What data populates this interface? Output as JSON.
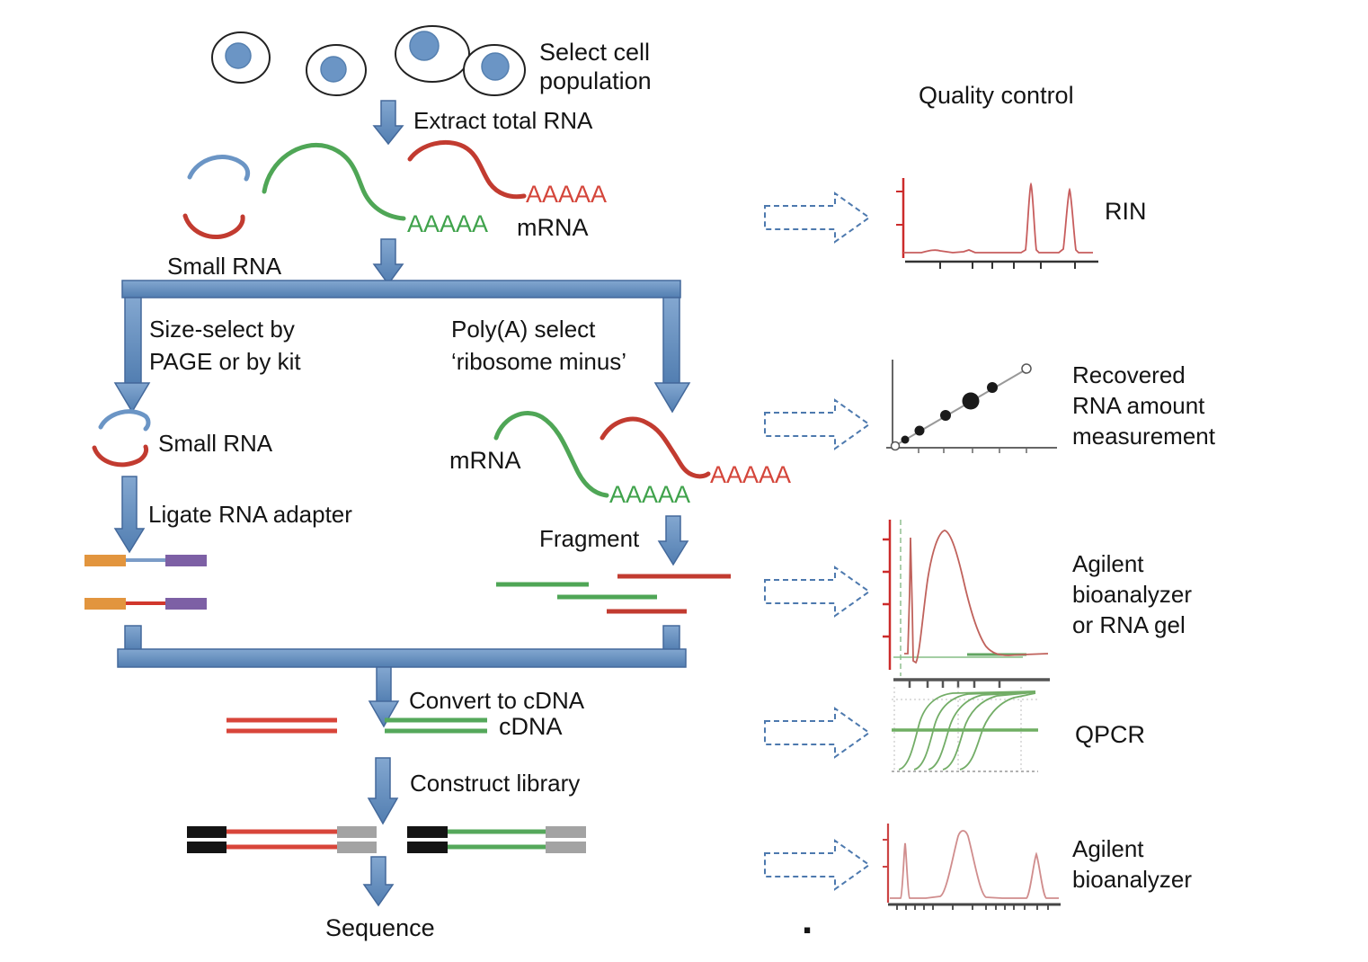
{
  "flow": {
    "select_cell": "Select cell\npopulation",
    "extract_total_rna": "Extract total RNA",
    "small_rna_top": "Small RNA",
    "polya_tail_green_top": "AAAAA",
    "mrna_top": "mRNA",
    "polya_tail_red_top": "AAAAA",
    "size_select": "Size-select by\nPAGE or by kit",
    "polya_select": "Poly(A) select\n‘ribosome minus’",
    "small_rna_left": "Small RNA",
    "ligate": "Ligate RNA adapter",
    "mrna_right": "mRNA",
    "polya_tail_green_right": "AAAAA",
    "polya_tail_red_right": "AAAAA",
    "fragment": "Fragment",
    "convert": "Convert to cDNA",
    "cdna": "cDNA",
    "construct_library": "Construct library",
    "sequence": "Sequence",
    "period": "."
  },
  "qc": {
    "title": "Quality control",
    "items": [
      {
        "label": "RIN",
        "plot": "electropherogram with two sharp ribosomal peaks"
      },
      {
        "label": "Recovered\nRNA amount\nmeasurement",
        "plot": "dilution-series scatter points on a straight line"
      },
      {
        "label": "Agilent\nbioanalyzer\nor RNA gel",
        "plot": "fragment size-distribution trace with marker spike"
      },
      {
        "label": "QPCR",
        "plot": "five amplification sigmoids crossing a threshold line"
      },
      {
        "label": "Agilent\nbioanalyzer",
        "plot": "electropherogram with three peaks"
      }
    ]
  },
  "colors": {
    "arrow_blue": "#5b87ba",
    "arrow_blue_border": "#44699b",
    "dashed_arrow_blue": "#4d79ae",
    "rna_green": "#4fa656",
    "rna_red": "#c23b30",
    "rna_blue": "#6b95c5",
    "adapter_orange": "#e2953e",
    "adapter_purple": "#7d60a5",
    "library_black": "#141414",
    "library_gray": "#a3a3a3",
    "trace_red": "#c75d5d",
    "qpcr_green": "#6fae62",
    "text": "#141414"
  }
}
